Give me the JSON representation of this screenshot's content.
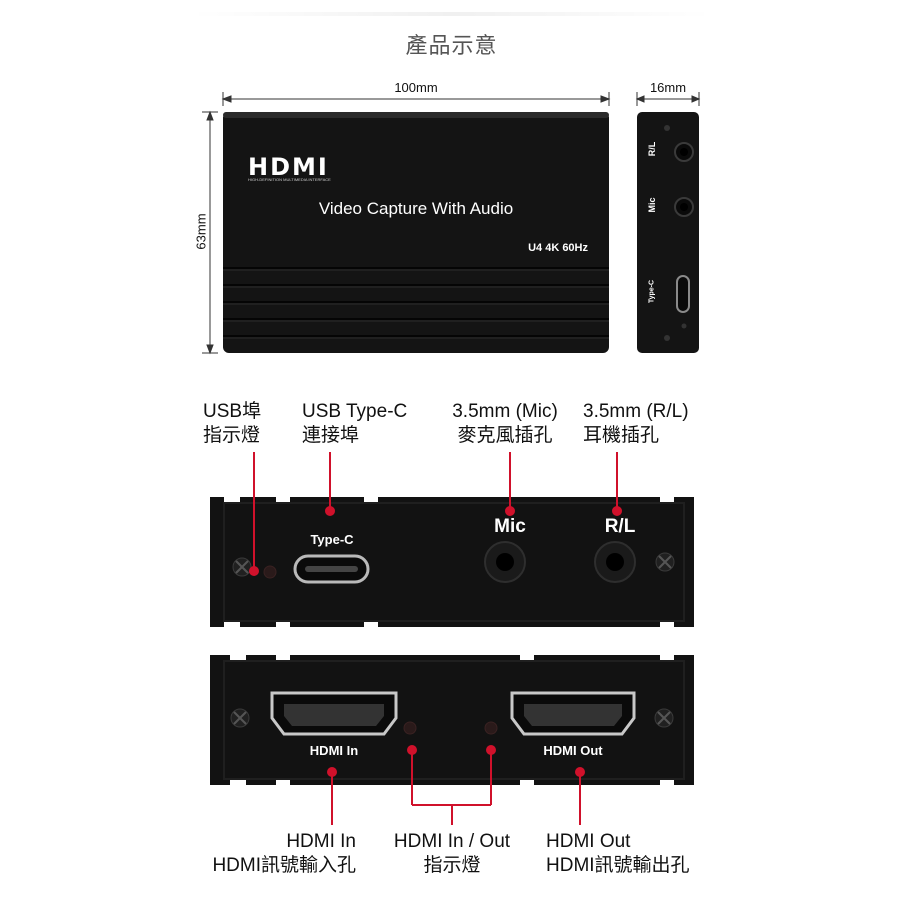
{
  "title": "產品示意",
  "dimensions": {
    "width": "100mm",
    "height": "63mm",
    "depth": "16mm"
  },
  "device_top": {
    "logo": "HDMI",
    "logo_sub": "HIGH-DEFINITION MULTIMEDIA INTERFACE",
    "product": "Video Capture With Audio",
    "model": "U4 4K 60Hz"
  },
  "device_side": {
    "rl": "R/L",
    "mic": "Mic",
    "typec": "Type-C"
  },
  "front_panel": {
    "typec": "Type-C",
    "mic": "Mic",
    "rl": "R/L"
  },
  "back_panel": {
    "hdmi_in": "HDMI In",
    "hdmi_out": "HDMI Out"
  },
  "callouts_top": {
    "usb_led": [
      "USB埠",
      "指示燈"
    ],
    "usb_typec": [
      "USB Type-C",
      "連接埠"
    ],
    "mic": [
      "3.5mm (Mic)",
      "麥克風插孔"
    ],
    "rl": [
      "3.5mm (R/L)",
      "耳機插孔"
    ]
  },
  "callouts_bottom": {
    "hdmi_in": [
      "HDMI In",
      "HDMI訊號輸入孔"
    ],
    "indicator": [
      "HDMI In / Out",
      "指示燈"
    ],
    "hdmi_out": [
      "HDMI Out",
      "HDMI訊號輸出孔"
    ]
  },
  "colors": {
    "accent": "#d0112b",
    "device": "#151515",
    "device_edge": "#2a2a2a"
  }
}
